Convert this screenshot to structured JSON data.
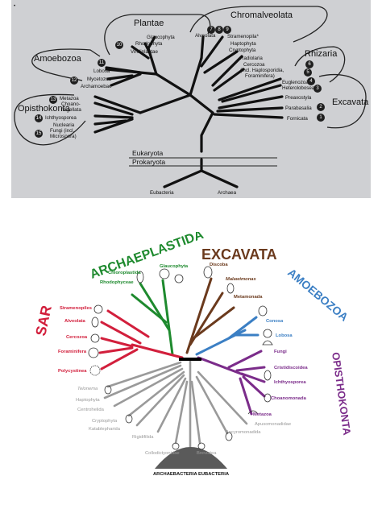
{
  "top_tree": {
    "corner_mark": "•",
    "supergroups": {
      "plantae": "Plantae",
      "chromalveolata": "Chromalveolata",
      "rhizaria": "Rhizaria",
      "amoebozoa": "Amoebozoa",
      "excavata": "Excavata",
      "opisthokonta": "Opisthokonta"
    },
    "taxa": {
      "glaucophyta": "Glaucophyta",
      "rhodophyta": "Rhodophyta",
      "viridiplantae": "Viridiplantae",
      "alveolata": "Alveolata",
      "stramenopila": "Stramenopila*",
      "haptophyta": "Haptophyta",
      "cryptophyta": "Cryptophyta",
      "radiolaria": "Radiolaria",
      "cercozoa": "Cercozoa",
      "cercozoa_incl": "(incl. Haplosporidia,",
      "cercozoa_foram": "Foraminifera)",
      "euglenozoa": "Euglenozoa",
      "heterolobosea": "Heterolobosea",
      "preaxostyla": "Preaxostyla",
      "parabasalia": "Parabasalia",
      "fornicata": "Fornicata",
      "lobosa": "Lobosa",
      "mycetozoa": "Mycetozoa",
      "archamoebae": "Archamoebae",
      "metazoa": "Metazoa",
      "choanoflagellata_1": "Choano-",
      "choanoflagellata_2": "flagellata",
      "ichthyosporea": "Ichthyosporea",
      "nuclearia": "Nuclearia",
      "fungi_1": "Fungi (incl.",
      "fungi_2": "Microspora)"
    },
    "badges": {
      "b1": "1",
      "b2": "2",
      "b3": "3",
      "b4": "4",
      "b5": "5",
      "b6": "6",
      "b7": "7",
      "b8": "8",
      "b9": "9",
      "b10": "10",
      "b11": "11",
      "b12": "12",
      "b13": "13",
      "b14": "14",
      "b15": "15"
    },
    "domains": {
      "eukaryota": "Eukaryota",
      "prokaryota": "Prokaryota",
      "eubacteria": "Eubacteria",
      "archaea": "Archaea"
    }
  },
  "bottom_tree": {
    "supergroups": {
      "archaeplastida": "ARCHAEPLASTIDA",
      "excavata": "EXCAVATA",
      "amoebozoa": "AMOEBOZOA",
      "opisthokonta": "OPISTHOKONTA",
      "sar": "SAR"
    },
    "colors": {
      "archaeplastida": "#1e8a2e",
      "excavata": "#6b3a1d",
      "amoebozoa": "#3b7fc4",
      "opisthokonta": "#7b2c8a",
      "sar": "#d21f3c",
      "other": "#9a9a9a"
    },
    "taxa": {
      "glaucophyta": "Glaucophyta",
      "chloroplastida": "Chloroplastida",
      "rhodophyceae": "Rhodophyceae",
      "discoba": "Discoba",
      "malawimonas": "Malawimonas",
      "metamonada": "Metamonada",
      "conosa": "Conosa",
      "lobosa": "Lobosa",
      "fungi": "Fungi",
      "cristidiscoidea": "Cristidiscoidea",
      "ichthyosporea": "Ichthyosporea",
      "choanomonada": "Choanomonada",
      "metazoa": "Metazoa",
      "apusomonadidae": "Apusomonadidae",
      "ancyromonadida": "Ancyromonadida",
      "stramenopiles": "Stramenopiles",
      "alveolata": "Alveolata",
      "cercozoa": "Cercozoa",
      "foraminifera": "Foraminifera",
      "polycystinea": "Polycystinea",
      "telonema": "Telonema",
      "haptophyta": "Haptophyta",
      "centrohelida": "Centrohelida",
      "cryptophyta": "Cryptophyta",
      "katablepharida": "Katablepharida",
      "rigidifilida": "Rigidifilida",
      "collodictyonidae": "Collodictyonidae",
      "breviatea": "Breviatea"
    },
    "base": {
      "archaebacteria": "ARCHAEBACTERIA",
      "eubacteria": "EUBACTERIA"
    }
  }
}
